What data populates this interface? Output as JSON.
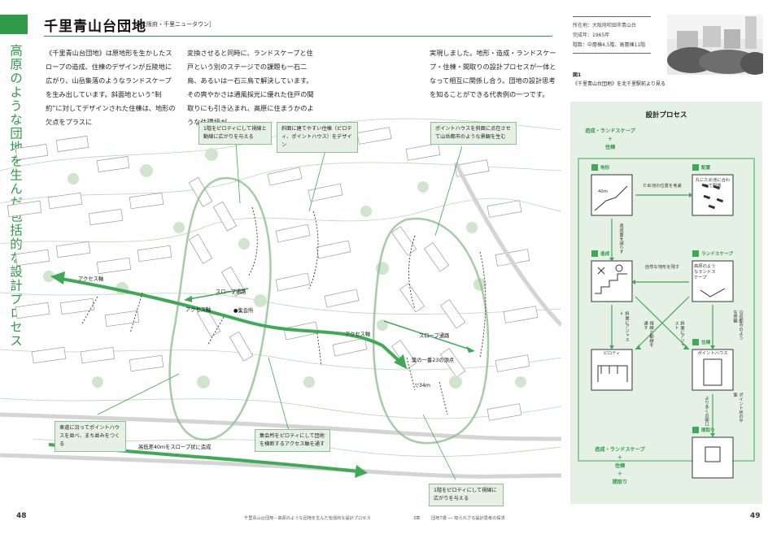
{
  "header": {
    "title": "千里青山台団地",
    "subtitle": "［大阪府・千里ニュータウン］"
  },
  "vertical_title": "高原のような団地を生んだ包括的な設計プロセス",
  "intro": {
    "col1": "《千里青山台団地》は原地形を生かしたスロープの造成、住棟のデザインが丘陵地に広がり、山岳集落のようなランドスケープを生み出しています。斜面地という“制約”に対してデザインされた住棟は、地形の欠点をプラスに",
    "col2": "変換させると同時に、ランドスケープと住戸という別のステージでの課題も一石二鳥、あるいは一石三鳥で解決しています。その爽やかさは通風採光に優れた住戸の間取りにも引き込まれ、高原に住まうかのような住環境が",
    "col3": "実現しました。地形・造成・ランドスケープ・住棟・間取りの設計プロセスが一体となって相互に関係し合う。団地の設計思考を知ることができる代表例の一つです。"
  },
  "callouts": {
    "c1": "1階をピロティにして視線と動線に広がりを与える",
    "c2": "斜面に建てやすい住棟（ピロティ、ポイントハウス）をデザイン",
    "c3": "ポイントハウスを斜面に点在させて山岳都市のような景観を生む",
    "c4": "車道に沿ってポイントハウスを並べ、まち並みをつくる",
    "c5": "集会所をピロティにして団地を横断するアクセス軸を通す",
    "c6": "1階をピロティにして視線に広がりを与える"
  },
  "map_labels": {
    "access1": "アクセス軸",
    "access2": "アクセス軸",
    "access3": "アクセス軸",
    "slope1": "スロープ通路",
    "slope2": "スロープ通路",
    "meeting": "●集会所",
    "elev1": "築の一番23の頂点",
    "elev2": "▽34m",
    "bottom": "高低差40mをスロープ状に造成"
  },
  "info": {
    "location": "所在地：大阪府吹田市青山台",
    "completion": "完成年：1965年",
    "scale": "階数：中層棟4,5階、高層棟11階",
    "fig_no": "図1",
    "fig_caption": "《千里青山台団地》を北千里駅前より見る"
  },
  "process": {
    "title": "設計プロセス",
    "top_stack": [
      "造成・ランドスケープ",
      "＋",
      "住棟"
    ],
    "tag_terrain": "地形",
    "tag_layout": "配置",
    "tag_grading": "造成",
    "tag_landscape": "ランドスケープ",
    "tag_building": "住棟",
    "tag_plan": "間取り",
    "note_pond": "ため池の位置を考慮",
    "note_layout": "丸にため池に合わせて配置",
    "note_terrain": "40m",
    "note_reduce": "造成量を減らす",
    "note_natural": "自然な地形を残す",
    "note_highland": "高原のようなランドスケープ",
    "note_adjust1": "斜面にアジャスト",
    "note_view": "視線と動線を通す",
    "note_adjust2": "斜面にアジャスト",
    "note_city": "山岳都市のような景観",
    "note_piloti": "ピロティ",
    "note_pointhouse": "ポイントハウス",
    "note_light": "より多くの開口",
    "note_pointshape": "ポイント状の平面",
    "bottom_stack": [
      "造成・ランドスケープ",
      "＋",
      "住棟",
      "＋",
      "間取り"
    ]
  },
  "footer": {
    "left_page": "48",
    "right_page": "49",
    "left_text": "千里青山台団地－高原のような団地を生んだ包括的な設計プロセス",
    "chapter": "3章",
    "right_text": "団地7選 ── 知られざる設計思考の探求"
  }
}
